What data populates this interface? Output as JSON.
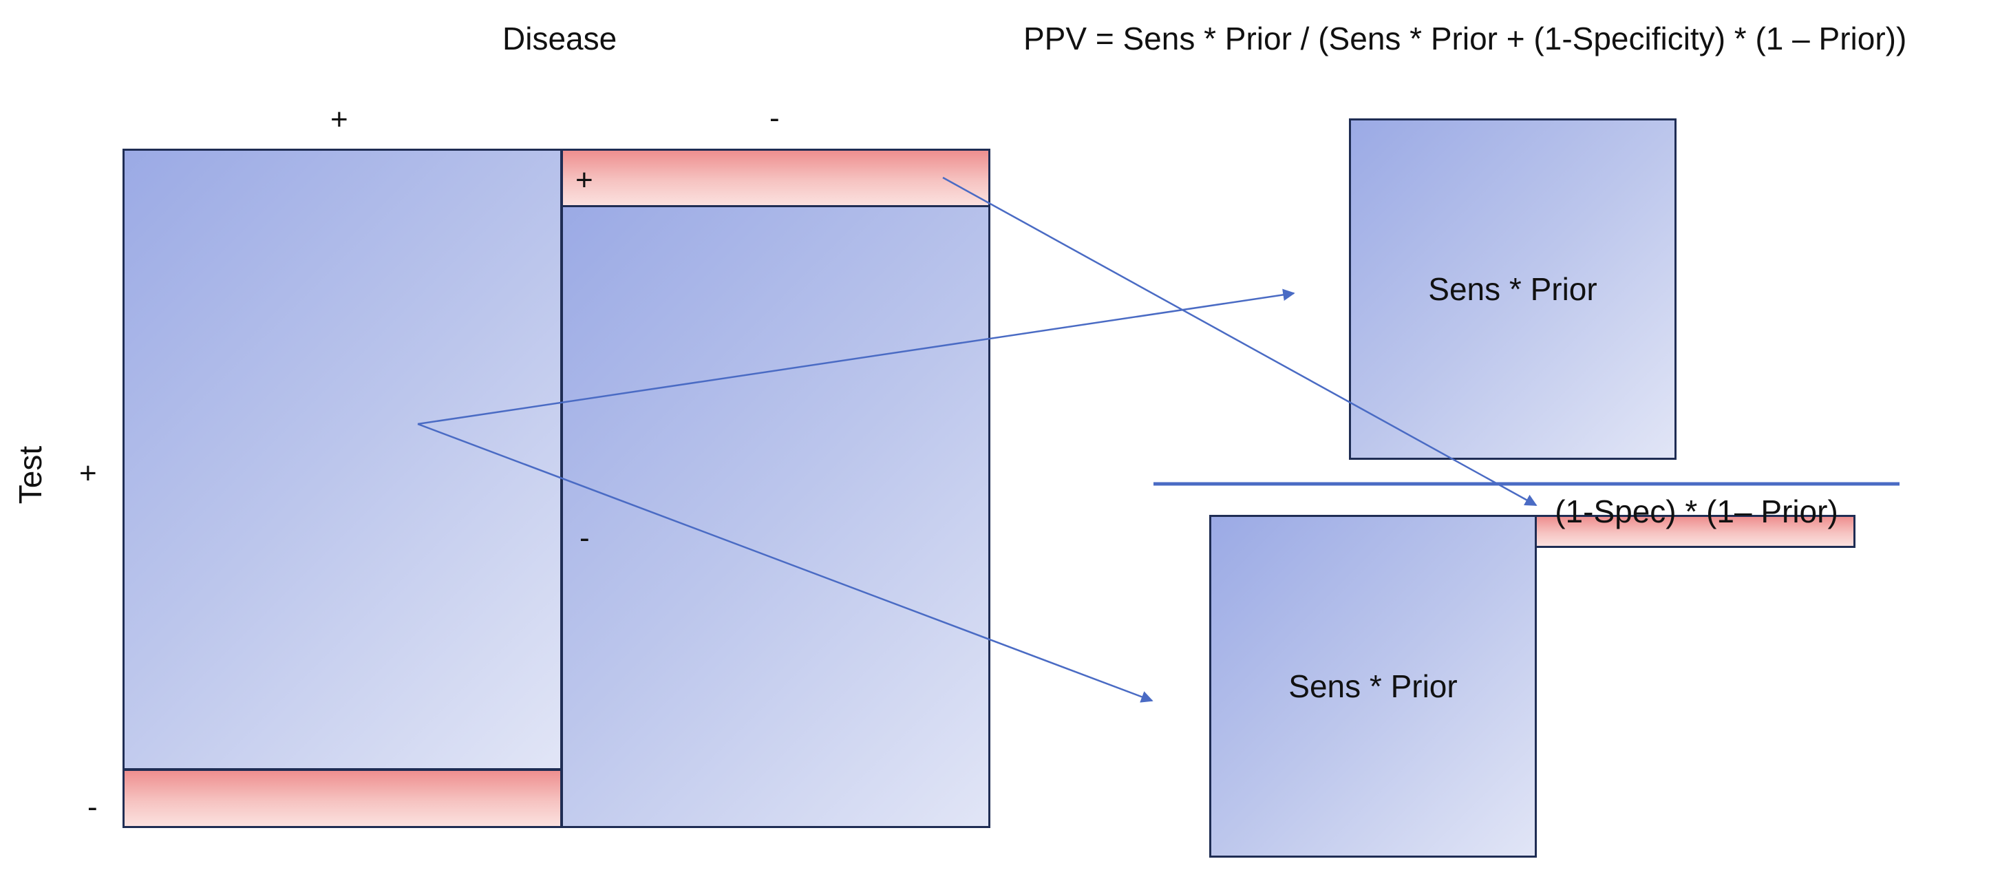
{
  "header": {
    "disease_label": "Disease",
    "formula": "PPV = Sens * Prior / (Sens * Prior + (1-Specificity) * (1 – Prior))"
  },
  "matrix": {
    "disease_positive": "+",
    "disease_negative": "-",
    "test_label": "Test",
    "test_positive": "+",
    "test_negative": "-",
    "false_positive_cell_label": "+",
    "true_negative_cell_label": "-"
  },
  "fraction": {
    "numerator_label": "Sens * Prior",
    "denominator_label": "Sens * Prior",
    "denominator_extra_label": "(1-Spec) * (1– Prior)"
  },
  "colors": {
    "blue_light": "#e1e5f6",
    "blue_dark": "#9baae5",
    "red_light": "#fbe1df",
    "red_dark": "#ee8f8f",
    "box_border": "#1f2d54",
    "arrow": "#4a6bc4"
  }
}
